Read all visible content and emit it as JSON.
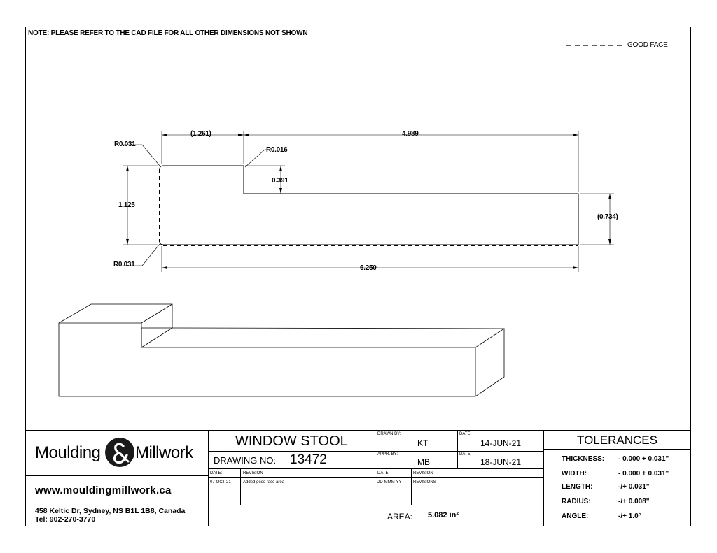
{
  "note": "NOTE: PLEASE REFER TO THE CAD FILE FOR ALL OTHER DIMENSIONS NOT SHOWN",
  "legend": {
    "label": "GOOD FACE"
  },
  "dimensions": {
    "r_top_left": "R0.031",
    "r_step": "R0.016",
    "r_bottom_left": "R0.031",
    "step_width": "(1.261)",
    "top_length": "4.989",
    "step_height": "0.391",
    "overall_height": "1.125",
    "right_height": "(0.734)",
    "overall_length": "6.250"
  },
  "company": {
    "logo_left": "Moulding",
    "logo_right": "Millwork",
    "website": "www.mouldingmillwork.ca",
    "address": "458 Keltic Dr, Sydney, NS B1L 1B8, Canada",
    "phone": "Tel: 902-270-3770"
  },
  "title_block": {
    "title": "WINDOW STOOL",
    "drawing_no_label": "DRAWING NO:",
    "drawing_no": "13472",
    "drawn_by_label": "DRAWN BY:",
    "drawn_by": "KT",
    "drawn_date_label": "DATE:",
    "drawn_date": "14-JUN-21",
    "appr_by_label": "APPR. BY:",
    "appr_by": "MB",
    "appr_date_label": "DATE:",
    "appr_date": "18-JUN-21",
    "rev_date_header": "DATE:",
    "rev_header": "REVISION",
    "rev_date_header_2": "DATE:",
    "rev_header_2": "REVISION",
    "rev1_date": "07-OCT-21",
    "rev1_text": "Added good face area",
    "rev2_date": "DD-MMM-YY",
    "rev2_text": "REVISIONS",
    "area_label": "AREA:",
    "area_value": "5.082 in²"
  },
  "tolerances": {
    "title": "TOLERANCES",
    "rows": [
      {
        "label": "THICKNESS:",
        "value": "- 0.000 + 0.031\""
      },
      {
        "label": "WIDTH:",
        "value": "- 0.000 + 0.031\""
      },
      {
        "label": "LENGTH:",
        "value": "-/+ 0.031\""
      },
      {
        "label": "RADIUS:",
        "value": "-/+ 0.008\""
      },
      {
        "label": "ANGLE:",
        "value": "-/+ 1.0°"
      }
    ]
  }
}
